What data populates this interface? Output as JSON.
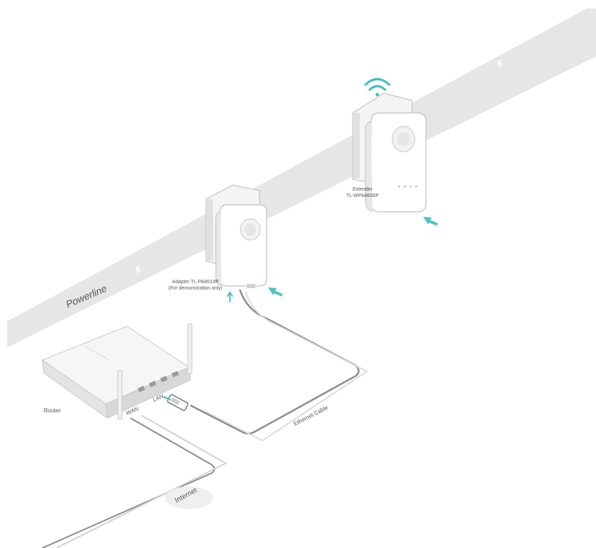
{
  "labels": {
    "powerline": "Powerline",
    "extender_line1": "Extender",
    "extender_line2": "TL-WPA8630P",
    "adapter_line1": "Adapter TL-PA8010P",
    "adapter_line2": "(For demonstration only)",
    "router": "Router",
    "wan": "WAN",
    "lan": "LAN",
    "ethernet_cable": "Ethernet Cable",
    "internet": "Internet"
  },
  "colors": {
    "powerline_band": "#e6e6e6",
    "arrow_accent": "#4fc3c8",
    "wifi_accent": "#3bbfc4",
    "cable": "#9a9a9a"
  },
  "icons": [
    "lightning-icon",
    "wifi-icon",
    "power-arrow-icon"
  ]
}
